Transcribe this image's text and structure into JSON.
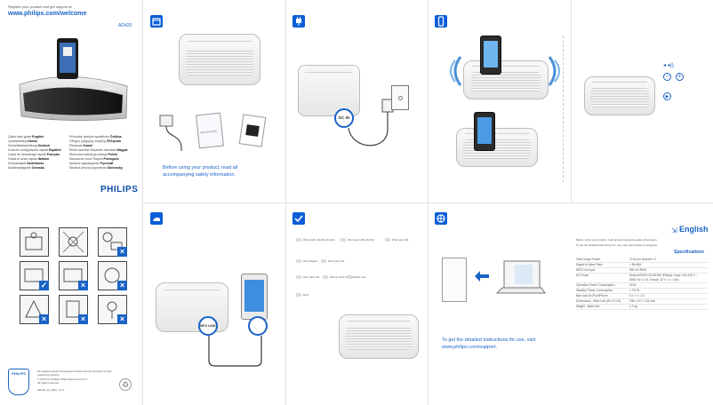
{
  "cover": {
    "register_line": "Register your product and get support at",
    "url": "www.philips.com/welcome",
    "model": "AD420",
    "brand": "PHILIPS",
    "languages_left": [
      {
        "text": "Quick start guide",
        "lang": "English"
      },
      {
        "text": "Lynvejledning",
        "lang": "Dansk"
      },
      {
        "text": "Schnellstartanleitung",
        "lang": "Deutsch"
      },
      {
        "text": "Guía de configuración rápida",
        "lang": "Español"
      },
      {
        "text": "Guide de démarrage rapide",
        "lang": "Français"
      },
      {
        "text": "Guida di avvio rapido",
        "lang": "Italiano"
      },
      {
        "text": "Snelstartgids",
        "lang": "Nederlands"
      },
      {
        "text": "Snabbstartguide",
        "lang": "Svenska"
      }
    ],
    "languages_right": [
      {
        "text": "Průvodce rychlým spuštěním",
        "lang": "Čeština"
      },
      {
        "text": "Οδηγός γρήγορης έναρξης",
        "lang": "Ελληνικά"
      },
      {
        "text": "Pikaopas",
        "lang": "Suomi"
      },
      {
        "text": "Rövid üzembe helyezési útmutató",
        "lang": "Magyar"
      },
      {
        "text": "Skrócona instrukcja obsługi",
        "lang": "Polski"
      },
      {
        "text": "Manual de início Rápido",
        "lang": "Português"
      },
      {
        "text": "Краткое руководство",
        "lang": "Русский"
      },
      {
        "text": "Stručná príručka spustenia",
        "lang": "Slovensky"
      }
    ],
    "legal_1": "All registered and unregistered trademarks are property of their respective owners.",
    "legal_2": "© 2012 Koninklijke Philips Electronics N.V.",
    "legal_3": "All rights reserved.",
    "doc_code": "AD420_12_QSG_V1.0"
  },
  "panel_box": {
    "safety_text": "Before using your product, read all accompanying safety information.",
    "qsg_label": "Quick start guide"
  },
  "panel_power": {
    "dc_label": "DC IN"
  },
  "panel_cable": {
    "left_label": "MP3 LINK"
  },
  "panel_compat": {
    "items": [
      "iPod touch (4G,3G,2G,1G)",
      "iPod nano (5G,4G,3G)",
      "iPod nano 6G",
      "iPod classic",
      "iPod nano 5G",
      "iPod nano 4G",
      "iPhone 4S,4,3GS,3G",
      "iPod mini",
      "iPod"
    ]
  },
  "panel_web": {
    "text": "To get the detailed instructions for use, visit",
    "url": "www.philips.com/support."
  },
  "specs": {
    "language": "English",
    "note_1": "Before using your product, read all accompanying safety information.",
    "note_2": "To get the detailed instructions for use, visit www.philips.com/support.",
    "title": "Specifications",
    "rows": [
      {
        "k": "Total Output Power",
        "v": "10 W per channel x 2"
      },
      {
        "k": "Signal to Noise Ratio",
        "v": "> 65 dBA"
      },
      {
        "k": "MP3 Link Input",
        "v": "650 mV RMS"
      },
      {
        "k": "AC Power",
        "v": "Model AS190-120-AE180 (Philips); Input: 100-240 V ~, 50/60 Hz, 0.7A; Output: 12 V === 1.8 A"
      },
      {
        "k": "Operation Power Consumption",
        "v": "20 W"
      },
      {
        "k": "Standby Power Consumption",
        "v": "< 0.5 W"
      },
      {
        "k": "Max load for iPod/iPhone",
        "v": "5 V === 1 A"
      },
      {
        "k": "Dimensions - Main Unit (W x H x D)",
        "v": "295 x 127 x 131 mm"
      },
      {
        "k": "Weight - Main Unit",
        "v": "1.2 kg"
      }
    ]
  },
  "colors": {
    "accent": "#1a63c6",
    "icon_bg": "#0b5ed7"
  },
  "icons": [
    "box-icon",
    "plug-icon",
    "phone-icon",
    "hand-icon",
    "check-icon",
    "globe-icon",
    "flag-icon"
  ]
}
